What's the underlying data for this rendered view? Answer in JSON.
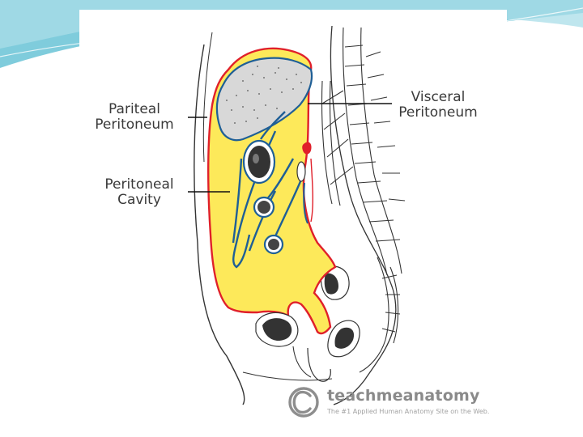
{
  "labels": {
    "pariteal": [
      "Pariteal",
      "Peritoneum"
    ],
    "cavity": [
      "Peritoneal",
      "Cavity"
    ],
    "visceral": [
      "Visceral",
      "Peritoneum"
    ]
  },
  "watermark": {
    "symbol": "©",
    "brand": "teachmeanatomy",
    "tagline": "The #1 Applied Human Anatomy Site on the Web."
  },
  "colors": {
    "slide_accent": "#5fbfd3",
    "cavity_fill": "#fde95a",
    "parietal_line": "#e0202a",
    "visceral_line": "#1f5f96",
    "outline": "#333333"
  }
}
